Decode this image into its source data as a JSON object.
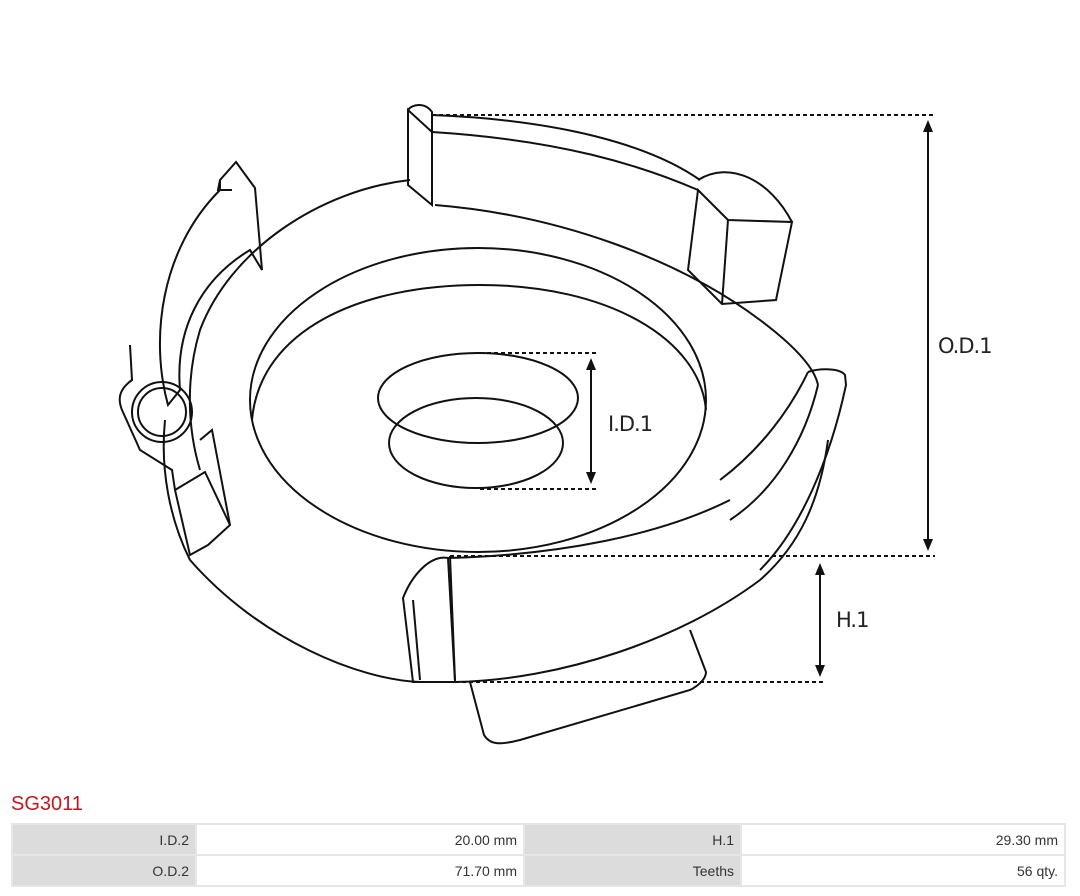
{
  "drawing": {
    "dimension_labels": {
      "od1": "O.D.1",
      "id1": "I.D.1",
      "h1": "H.1"
    }
  },
  "product": {
    "code": "SG3011",
    "title_color": "#c8161d"
  },
  "specs": [
    {
      "label": "I.D.2",
      "value": "20.00 mm",
      "label2": "H.1",
      "value2": "29.30 mm"
    },
    {
      "label": "O.D.2",
      "value": "71.70 mm",
      "label2": "Teeths",
      "value2": "56 qty."
    }
  ]
}
